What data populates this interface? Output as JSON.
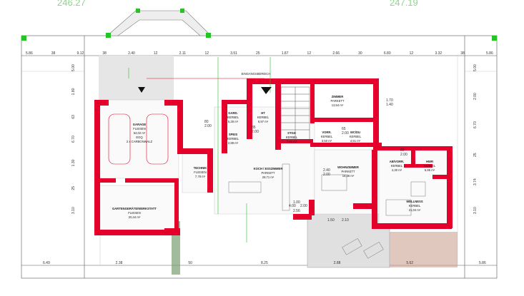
{
  "header_values": {
    "left": "246.27",
    "right": "247.19"
  },
  "top_dims": [
    "5.86",
    "38",
    "9.12",
    "38",
    "2.40",
    "12",
    "2.11",
    "12",
    "3.51",
    "25",
    "1.87",
    "12",
    "2.66",
    "30",
    "6.80",
    "12",
    "3.32",
    "38",
    "5.86"
  ],
  "bottom_dims": [
    "6.49",
    "2.38",
    "50",
    "8.25",
    "2.88",
    "5.62",
    "5.86"
  ],
  "left_dims": [
    "5.00",
    "1.80",
    "63",
    "6.70",
    "1.30",
    "25",
    "3.10"
  ],
  "right_dims": [
    "5.00",
    "2.00",
    "6.70",
    "25",
    "3.74",
    "3.10"
  ],
  "rooms": [
    {
      "name": "GARAGE",
      "floor": "FLIESEN",
      "area": "54,02 m²",
      "extra": "EGQ",
      "note": "2 x CARBONWALZ"
    },
    {
      "name": "GARD.",
      "floor": "KERBEL",
      "area": "5,28 m²"
    },
    {
      "name": "HT",
      "floor": "KERBEL",
      "area": "6,97 m²"
    },
    {
      "name": "SPEIS",
      "floor": "KERBEL",
      "area": "2,88 m²"
    },
    {
      "name": "STGH",
      "floor": "KERBEL",
      "area": "7,61 m²"
    },
    {
      "name": "ZIMMER",
      "floor": "PARKETT",
      "area": "13,54 m²"
    },
    {
      "name": "VORR.",
      "floor": "KERBEL",
      "area": "3,50 m²"
    },
    {
      "name": "WC/DU",
      "floor": "KERBEL",
      "area": "4,51 m²"
    },
    {
      "name": "TECHNIK",
      "floor": "FLIESEN",
      "area": "7,78 m²"
    },
    {
      "name": "KOCH / ESSZIMMER",
      "floor": "PARKETT",
      "area": "28,71 m²"
    },
    {
      "name": "WOHNZIMMER",
      "floor": "PARKETT",
      "area": "18,36 m²"
    },
    {
      "name": "AB/VORR.",
      "floor": "KERBEL",
      "area": "4,30 m²"
    },
    {
      "name": "HWR",
      "floor": "KERBEL",
      "area": "6,85 m²"
    },
    {
      "name": "WELLNESS",
      "floor": "KERBEL",
      "area": "21,04 m²"
    },
    {
      "name": "GARTENGERÄTE/WERKSTATT",
      "floor": "FLIESEN",
      "area": "20,44 m²"
    }
  ],
  "labels": {
    "entrance": "EINGANGSBEREICH",
    "doors": [
      "80",
      "2.00",
      "85",
      "2.00",
      "65",
      "2.00",
      "80",
      "2.00",
      "1.70",
      "1.40"
    ],
    "misc": [
      "1.00",
      "2.56",
      "2.40",
      "2.00",
      "4.00",
      "2.00",
      "1.50",
      "2.10"
    ]
  },
  "colors": {
    "wall": "#e4002b",
    "line": "#1a1a1a",
    "grid": "#b8b8b8",
    "accent": "#27c227",
    "hatch": "#cfcfcf"
  }
}
